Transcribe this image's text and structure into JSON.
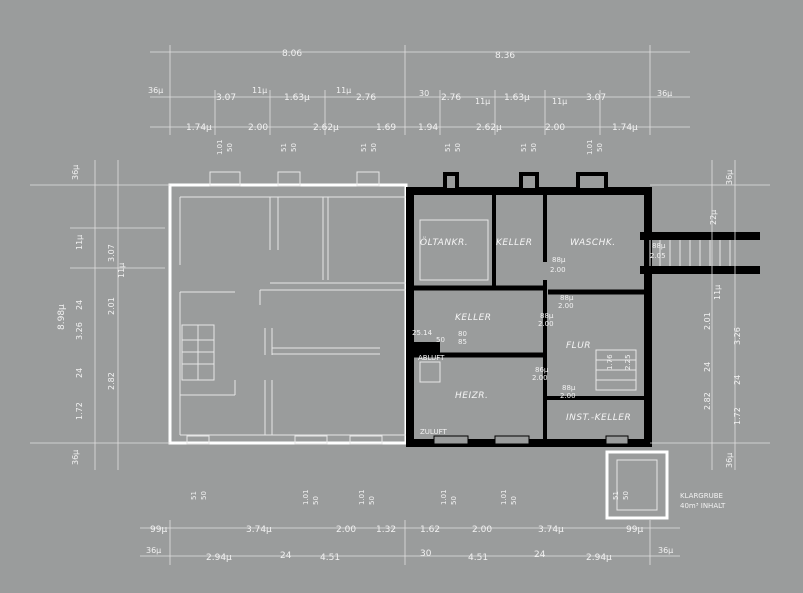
{
  "top_dims": {
    "row1": [
      "8.06",
      "8.36"
    ],
    "row2": [
      "36µ",
      "3.07",
      "11µ",
      "1.63µ",
      "11µ",
      "2.76",
      "30",
      "2.76",
      "11µ",
      "1.63µ",
      "11µ",
      "3.07",
      "36µ"
    ],
    "row3": [
      "1.74µ",
      "2.00",
      "2.62µ",
      "1.69",
      "1.94",
      "2.62µ",
      "2.00",
      "1.74µ"
    ]
  },
  "window_labels_top": [
    {
      "a": "1.01",
      "b": "50"
    },
    {
      "a": "51",
      "b": "50"
    },
    {
      "a": "51",
      "b": "50"
    },
    {
      "a": "51",
      "b": "50"
    },
    {
      "a": "51",
      "b": "50"
    },
    {
      "a": "1.01",
      "b": "50"
    }
  ],
  "rooms": {
    "oeltank": "ÖLTANKR.",
    "keller1": "KELLER",
    "waschk": "WASCHK.",
    "keller2": "KELLER",
    "flur": "FLUR",
    "heizr": "HEIZR.",
    "inst": "INST.-KELLER",
    "klargrube_1": "KLARGRUBE",
    "klargrube_2": "40m³ INHALT"
  },
  "door_labels": {
    "d1": "88µ",
    "d1b": "2.00",
    "d2": "88µ",
    "d2b": "2.00",
    "d3": "88µ",
    "d3b": "2.00",
    "d4": "88µ",
    "d4b": "2.00",
    "d5": "86µ",
    "d5b": "2.00",
    "d6": "88µ",
    "d6b": "2.05",
    "flur_note_1": "1.76",
    "flur_note_2": "2.25",
    "heiz_note_1": "25.14",
    "heiz_note_2": "50",
    "heiz_note_3": "80",
    "heiz_note_4": "85",
    "zuluft": "ZULUFT",
    "abluft": "ABLUFT"
  },
  "left_dims": [
    "8.98µ",
    "36µ",
    "3.26",
    "24",
    "2.01",
    "24",
    "1.72",
    "2.82",
    "36µ",
    "3.07",
    "11µ",
    "11µ"
  ],
  "right_dims": [
    "36µ",
    "22µ",
    "2.01",
    "11µ",
    "3.26",
    "24",
    "2.82",
    "24",
    "1.72",
    "36µ"
  ],
  "bottom_windows": [
    {
      "a": "51",
      "b": "50"
    },
    {
      "a": "1.01",
      "b": "50"
    },
    {
      "a": "1.01",
      "b": "50"
    },
    {
      "a": "1.01",
      "b": "50"
    },
    {
      "a": "1.01",
      "b": "50"
    },
    {
      "a": "51",
      "b": "50"
    }
  ],
  "bottom_dims": {
    "row1": [
      "99µ",
      "3.74µ",
      "2.00",
      "1.32",
      "1.62",
      "2.00",
      "3.74µ",
      "99µ"
    ],
    "row2": [
      "36µ",
      "2.94µ",
      "24",
      "4.51",
      "30",
      "4.51",
      "24",
      "2.94µ",
      "36µ"
    ]
  }
}
